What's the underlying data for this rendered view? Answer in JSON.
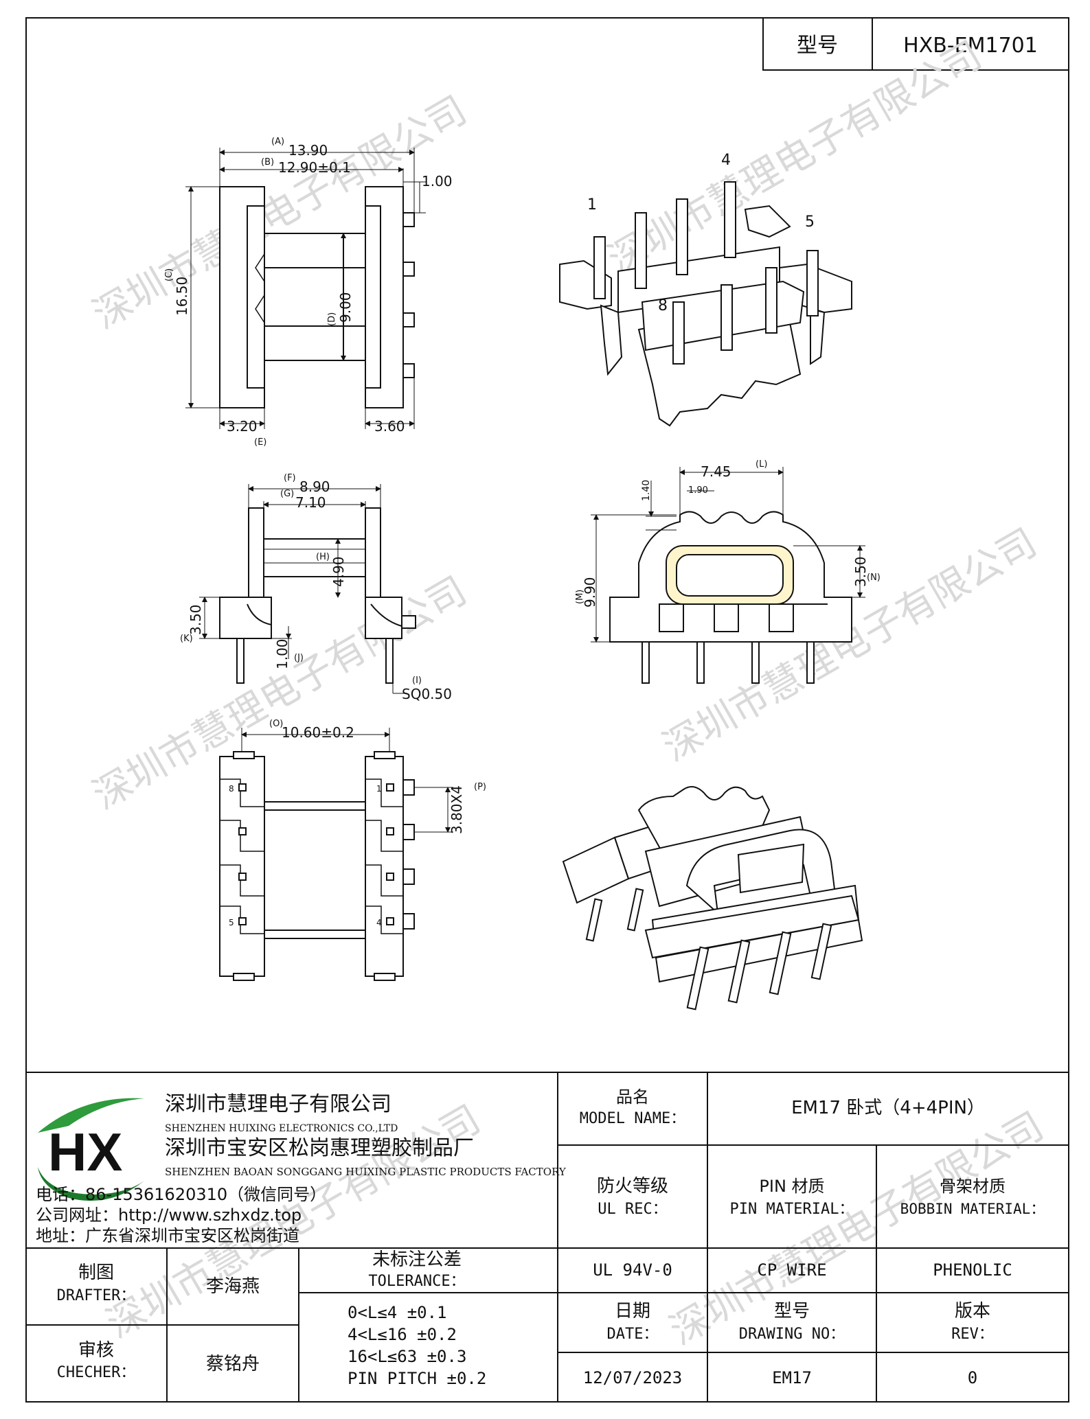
{
  "header": {
    "model_label": "型号",
    "model_value": "HXB-EM1701"
  },
  "dimensions": {
    "top_view": {
      "a_tag": "(A)",
      "a_value": "13.90",
      "b_tag": "(B)",
      "b_value": "12.90±0.1",
      "c_tag": "(C)",
      "c_value": "16.50",
      "d_tag": "(D)",
      "d_value": "9.00",
      "e_tag": "(E)",
      "e_value": "3.20",
      "right_flange": "3.60",
      "pin_protrusion": "1.00"
    },
    "side_view": {
      "f_tag": "(F)",
      "f_value": "8.90",
      "g_tag": "(G)",
      "g_value": "7.10",
      "h_tag": "(H)",
      "h_value": "4.90",
      "k_tag": "(K)",
      "k_value": "3.50",
      "j_tag": "(J)",
      "j_value": "1.00",
      "i_tag": "(I)",
      "i_value": "SQ0.50"
    },
    "end_view": {
      "l_tag": "(L)",
      "l_value": "7.45",
      "slot_width": "1.90",
      "slot_depth": "1.40",
      "m_tag": "(M)",
      "m_value": "9.90",
      "n_tag": "(N)",
      "n_value": "3.50"
    },
    "bottom_view": {
      "o_tag": "(O)",
      "o_value": "10.60±0.2",
      "p_tag": "(P)",
      "p_value": "3.80X4",
      "pin_labels": [
        "1",
        "8",
        "5",
        "4"
      ]
    },
    "iso_pin_labels": [
      "1",
      "4",
      "5",
      "8"
    ]
  },
  "watermark": "深圳市慧理电子有限公司",
  "company": {
    "name_cn": "深圳市慧理电子有限公司",
    "name_en": "SHENZHEN HUIXING ELECTRONICS CO.,LTD",
    "factory_cn": "深圳市宝安区松岗惠理塑胶制品厂",
    "factory_en": "SHENZHEN BAOAN SONGGANG HUIXING PLASTIC PRODUCTS FACTORY",
    "phone": "电话：86-15361620310（微信同号）",
    "website": "公司网址：http://www.szhxdz.top",
    "address": "地址：广东省深圳市宝安区松岗街道"
  },
  "logo": {
    "letters": "HX",
    "colors": {
      "green": "#2e9b3c",
      "yellow": "#f2c12e",
      "dark_green": "#1d7a2c"
    }
  },
  "title_block": {
    "model_name_cn": "品名",
    "model_name_en": "MODEL NAME：",
    "model_name_value": "EM17 卧式（4+4PIN）",
    "ul_rec_cn": "防火等级",
    "ul_rec_en": "UL REC：",
    "ul_rec_value": "UL 94V-0",
    "pin_material_cn": "PIN 材质",
    "pin_material_en": "PIN MATERIAL：",
    "pin_material_value": "CP WIRE",
    "bobbin_material_cn": "骨架材质",
    "bobbin_material_en": "BOBBIN MATERIAL：",
    "bobbin_material_value": "PHENOLIC",
    "drafter_cn": "制图",
    "drafter_en": "DRAFTER：",
    "drafter_value": "李海燕",
    "checker_cn": "审核",
    "checker_en": "CHECHER：",
    "checker_value": "蔡铭舟",
    "tolerance_cn": "未标注公差",
    "tolerance_en": "TOLERANCE：",
    "tolerance_lines": [
      "0<L≤4   ±0.1",
      "4<L≤16  ±0.2",
      "16<L≤63 ±0.3",
      "PIN PITCH ±0.2"
    ],
    "date_cn": "日期",
    "date_en": "DATE：",
    "date_value": "12/07/2023",
    "drawing_no_cn": "型号",
    "drawing_no_en": "DRAWING NO：",
    "drawing_no_value": "EM17",
    "rev_cn": "版本",
    "rev_en": "REV：",
    "rev_value": "0"
  }
}
